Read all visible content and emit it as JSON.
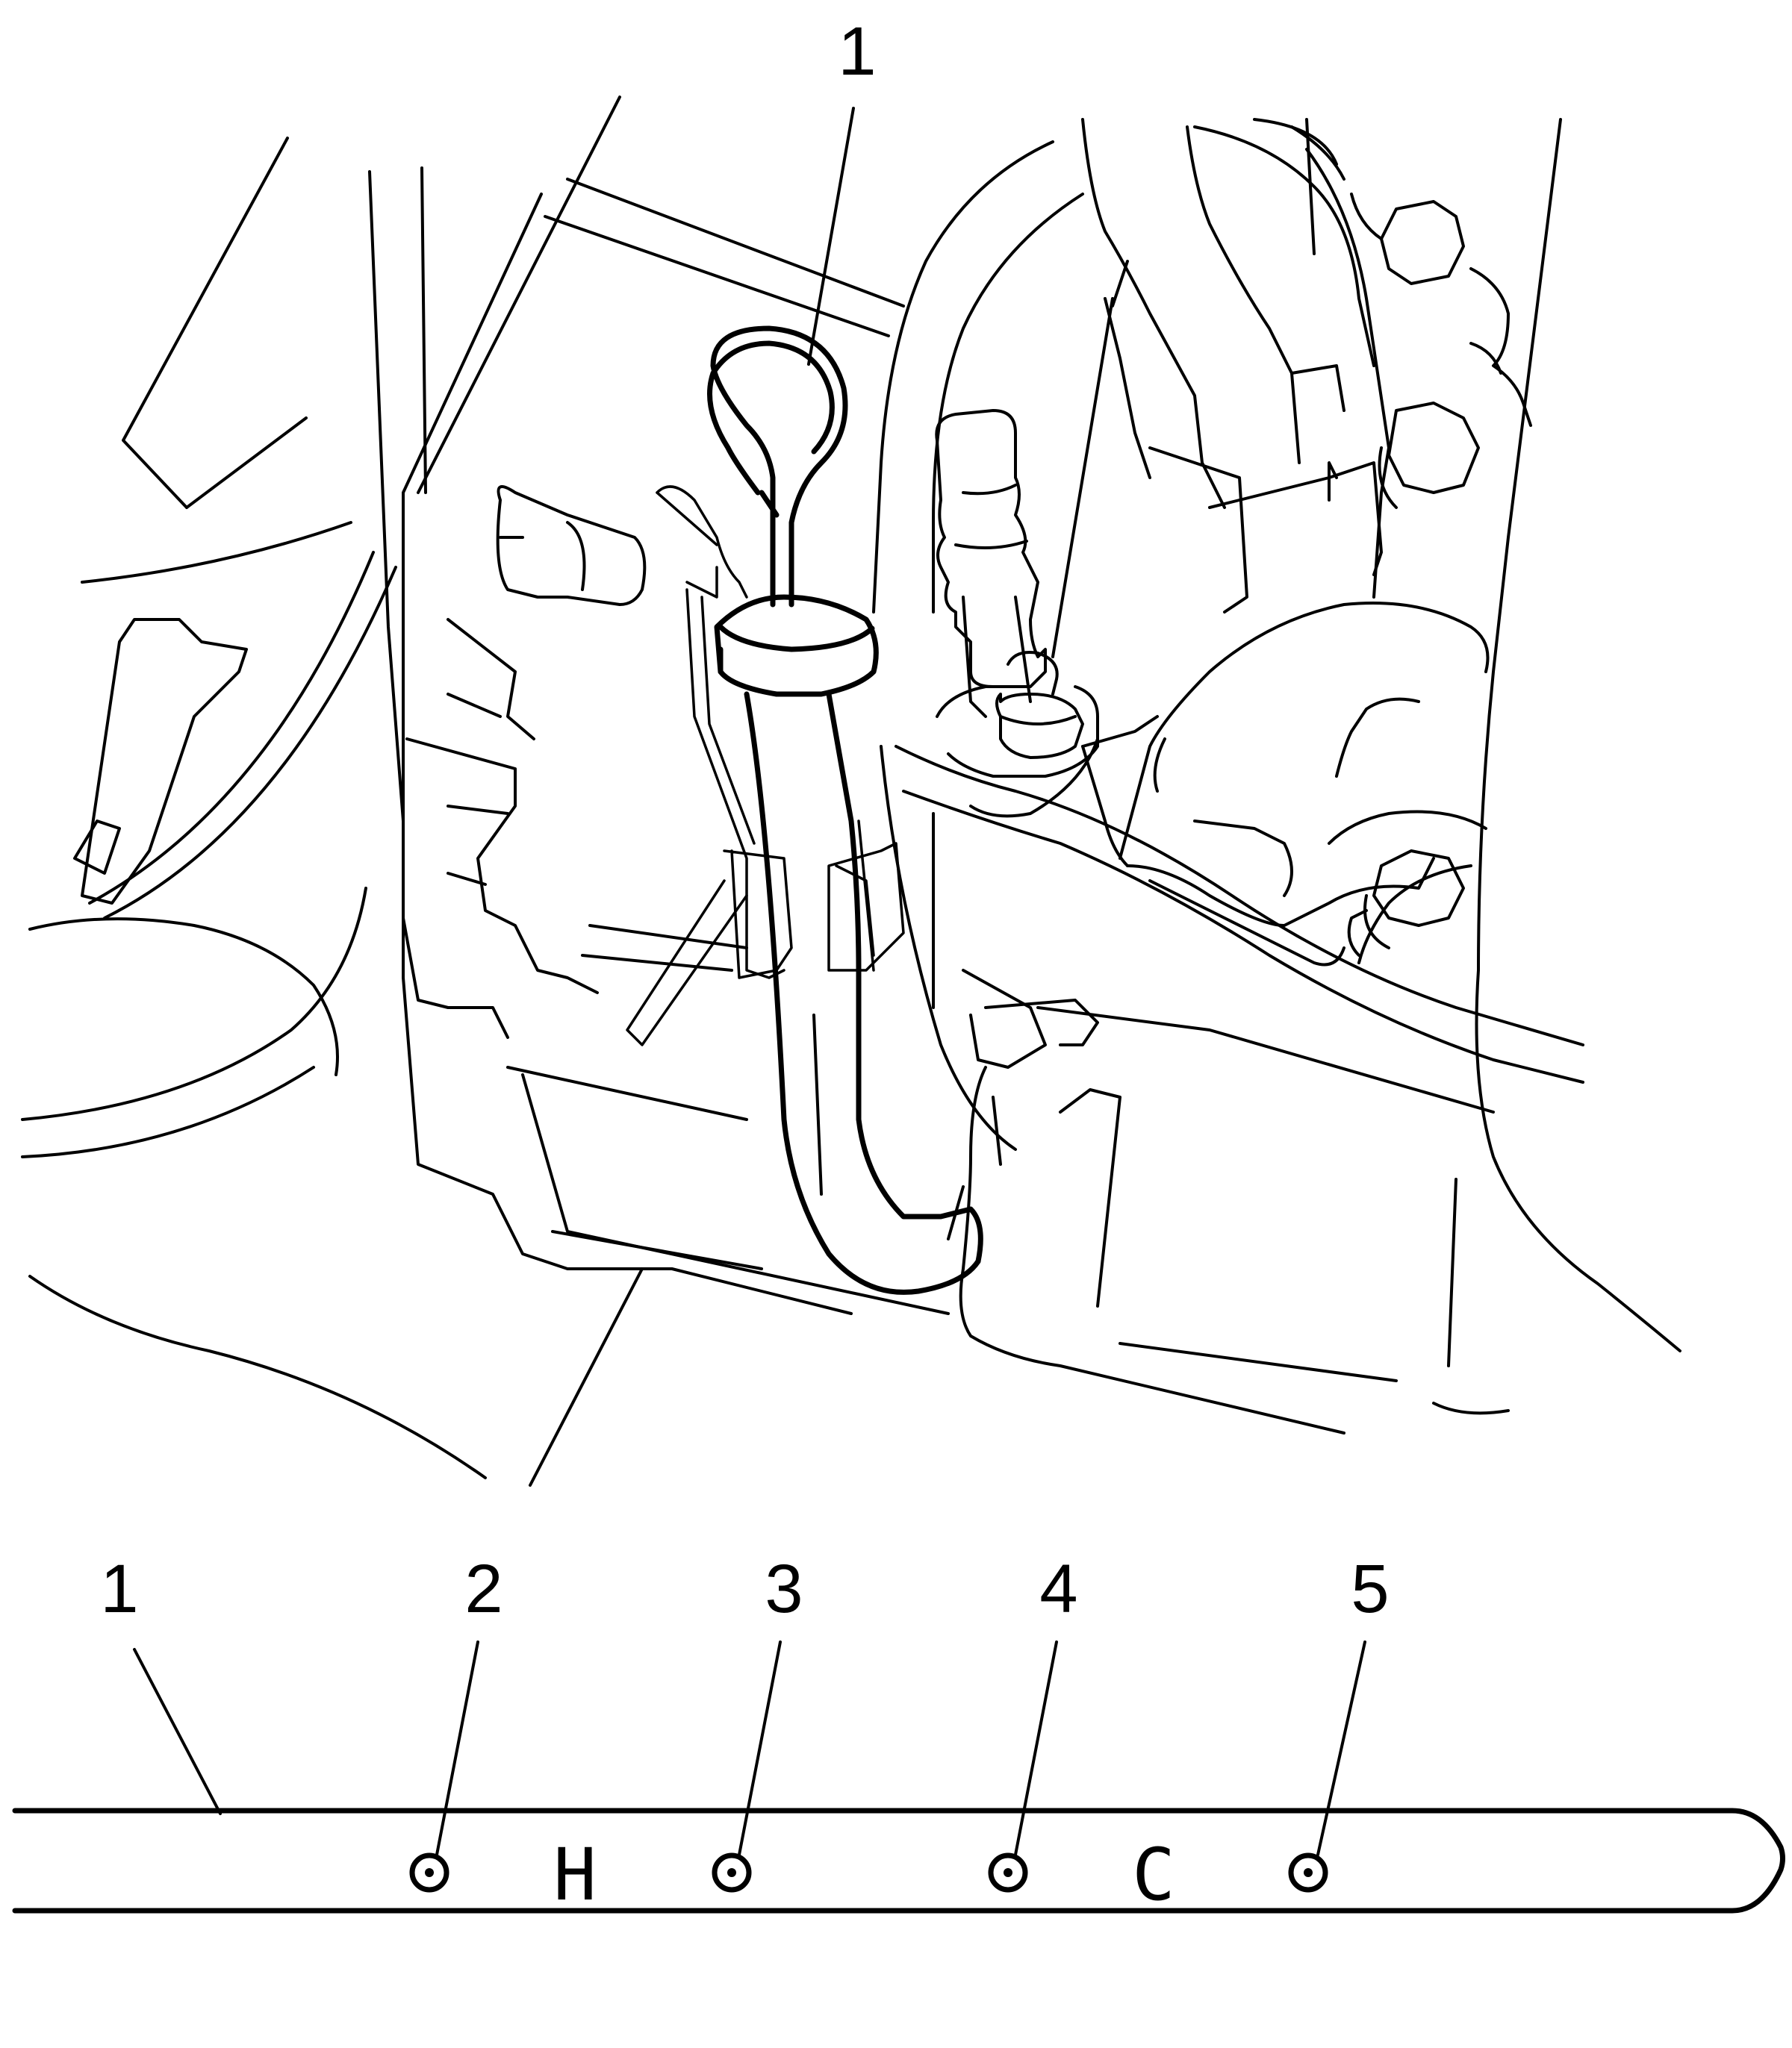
{
  "illustration": {
    "top_callout": "1"
  },
  "dipstick_blade": {
    "callouts": [
      "1",
      "2",
      "3",
      "4",
      "5"
    ],
    "mark_hot": "H",
    "mark_cold": "C"
  }
}
